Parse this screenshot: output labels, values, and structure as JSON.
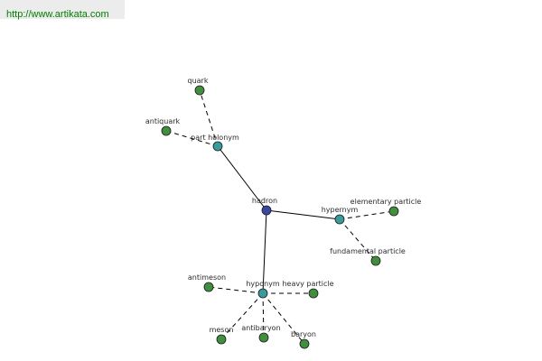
{
  "site": {
    "url_text": "http://www.artikata.com"
  },
  "colors": {
    "center_node": "#3a47a0",
    "relation_node": "#3a9a9c",
    "leaf_node": "#3f8f3f",
    "edge": "#000000",
    "url_text": "#008000"
  },
  "graph": {
    "nodes": [
      {
        "id": "hadron",
        "label": "hadron",
        "kind": "center"
      },
      {
        "id": "part-holonym",
        "label": "part holonym",
        "kind": "relation"
      },
      {
        "id": "hypernym",
        "label": "hypernym",
        "kind": "relation"
      },
      {
        "id": "hyponym",
        "label": "hyponym",
        "kind": "relation"
      },
      {
        "id": "quark",
        "label": "quark",
        "kind": "leaf"
      },
      {
        "id": "antiquark",
        "label": "antiquark",
        "kind": "leaf"
      },
      {
        "id": "elementary-particle",
        "label": "elementary particle",
        "kind": "leaf"
      },
      {
        "id": "fundamental-particle",
        "label": "fundamental particle",
        "kind": "leaf"
      },
      {
        "id": "antimeson",
        "label": "antimeson",
        "kind": "leaf"
      },
      {
        "id": "heavy-particle",
        "label": "heavy particle",
        "kind": "leaf"
      },
      {
        "id": "meson",
        "label": "meson",
        "kind": "leaf"
      },
      {
        "id": "antibaryon",
        "label": "antibaryon",
        "kind": "leaf"
      },
      {
        "id": "baryon",
        "label": "baryon",
        "kind": "leaf"
      }
    ],
    "edges": [
      {
        "from": "hadron",
        "to": "part-holonym",
        "style": "solid"
      },
      {
        "from": "hadron",
        "to": "hypernym",
        "style": "solid"
      },
      {
        "from": "hadron",
        "to": "hyponym",
        "style": "solid"
      },
      {
        "from": "part-holonym",
        "to": "quark",
        "style": "dashed"
      },
      {
        "from": "part-holonym",
        "to": "antiquark",
        "style": "dashed"
      },
      {
        "from": "hypernym",
        "to": "elementary-particle",
        "style": "dashed"
      },
      {
        "from": "hypernym",
        "to": "fundamental-particle",
        "style": "dashed"
      },
      {
        "from": "hyponym",
        "to": "antimeson",
        "style": "dashed"
      },
      {
        "from": "hyponym",
        "to": "heavy-particle",
        "style": "dashed"
      },
      {
        "from": "hyponym",
        "to": "meson",
        "style": "dashed"
      },
      {
        "from": "hyponym",
        "to": "antibaryon",
        "style": "dashed"
      },
      {
        "from": "hyponym",
        "to": "baryon",
        "style": "dashed"
      }
    ]
  }
}
